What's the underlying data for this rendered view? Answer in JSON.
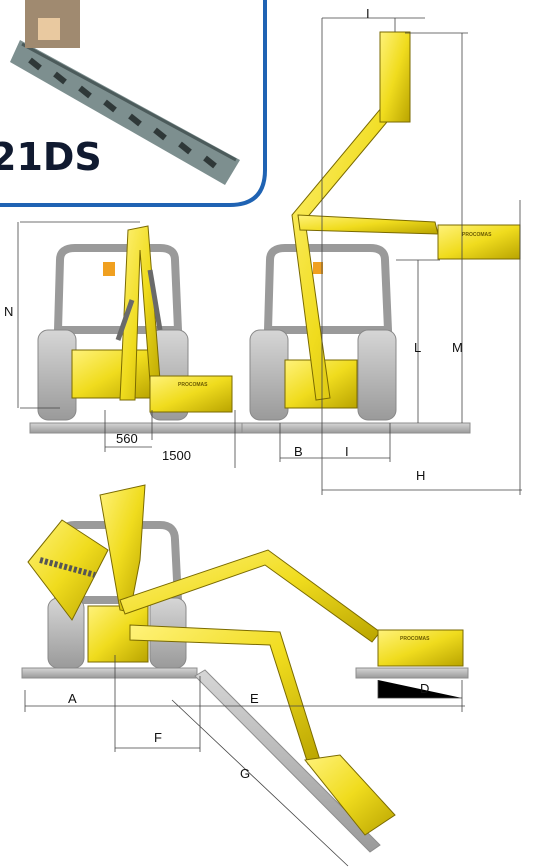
{
  "header": {
    "model_suffix": "21DS"
  },
  "brand": {
    "head_label": "PROCOMAS"
  },
  "dimensions": {
    "I": "I",
    "N": "N",
    "L": "L",
    "M": "M",
    "B": "B",
    "H": "H",
    "A": "A",
    "E": "E",
    "D": "D",
    "F": "F",
    "G": "G",
    "w560": "560",
    "w1500": "1500"
  },
  "colors": {
    "arm_yellow": "#f0dc1e",
    "arm_shadow": "#b9a400",
    "tractor_gray": "#b9b9b9",
    "ground_gray": "#bdbdbd",
    "frame_blue": "#1f63b3"
  }
}
